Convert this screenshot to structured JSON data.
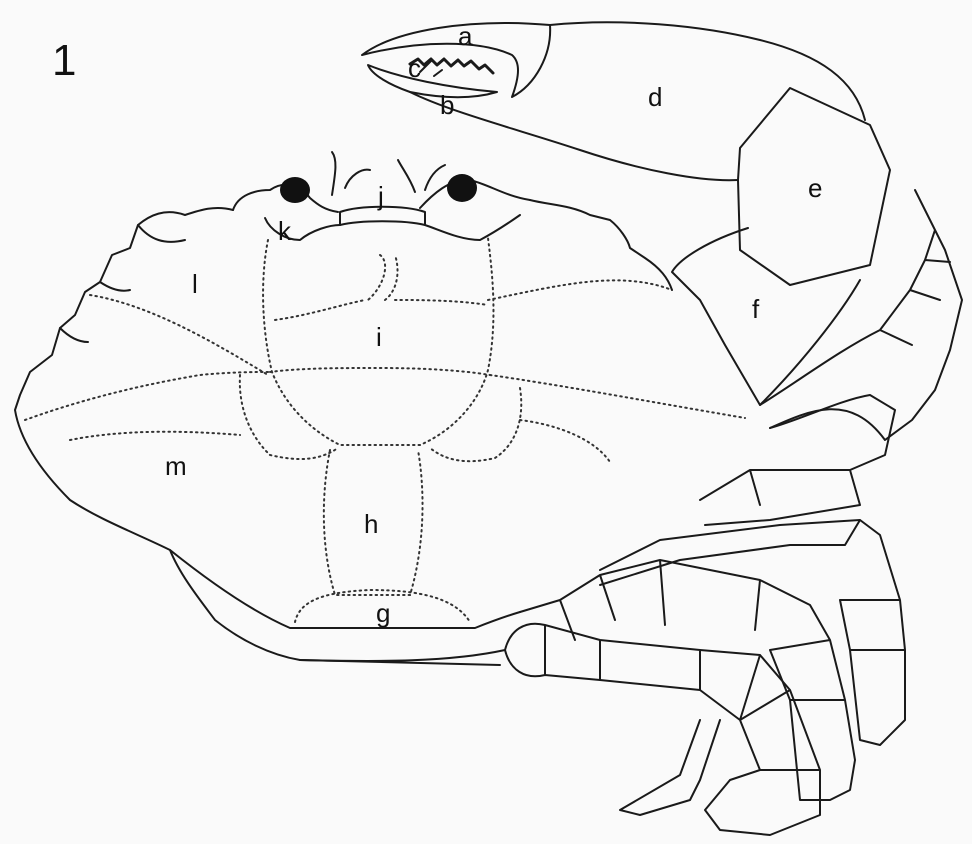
{
  "figure": {
    "number": "1",
    "labels": {
      "a": "a",
      "b": "b",
      "c": "c",
      "d": "d",
      "e": "e",
      "f": "f",
      "g": "g",
      "h": "h",
      "i": "i",
      "j": "j",
      "k": "k",
      "l": "l",
      "m": "m"
    }
  },
  "colors": {
    "line": "#1a1a1a",
    "background": "#fafafa"
  }
}
